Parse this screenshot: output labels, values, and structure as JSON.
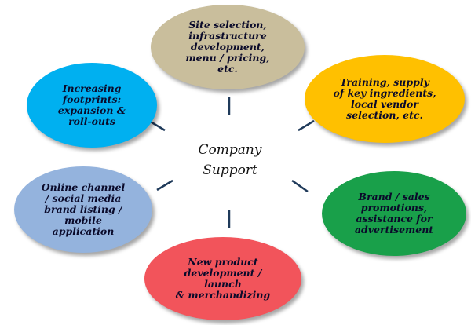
{
  "center": {
    "label": "Company\nSupport"
  },
  "nodes": [
    {
      "id": "node-top",
      "label": "Site selection,\ninfrastructure\ndevelopment,\nmenu / pricing,\netc.",
      "color": "#C9BE9C"
    },
    {
      "id": "node-tr",
      "label": "Training, supply\nof key ingredients,\nlocal vendor\nselection, etc.",
      "color": "#FFC000"
    },
    {
      "id": "node-right",
      "label": "Brand / sales\npromotions,\nassistance for\nadvertisement",
      "color": "#19A04A"
    },
    {
      "id": "node-bottom",
      "label": "New product\ndevelopment /\nlaunch\n& merchandizing",
      "color": "#F2545B"
    },
    {
      "id": "node-left",
      "label": "Online channel\n/ social  media\nbrand listing /\nmobile\napplication",
      "color": "#94B3DD"
    },
    {
      "id": "node-tl",
      "label": "Increasing\nfootprints:\nexpansion &\nroll-outs",
      "color": "#00B0F0"
    }
  ],
  "colors": {
    "connector": "#1F3A5A"
  }
}
